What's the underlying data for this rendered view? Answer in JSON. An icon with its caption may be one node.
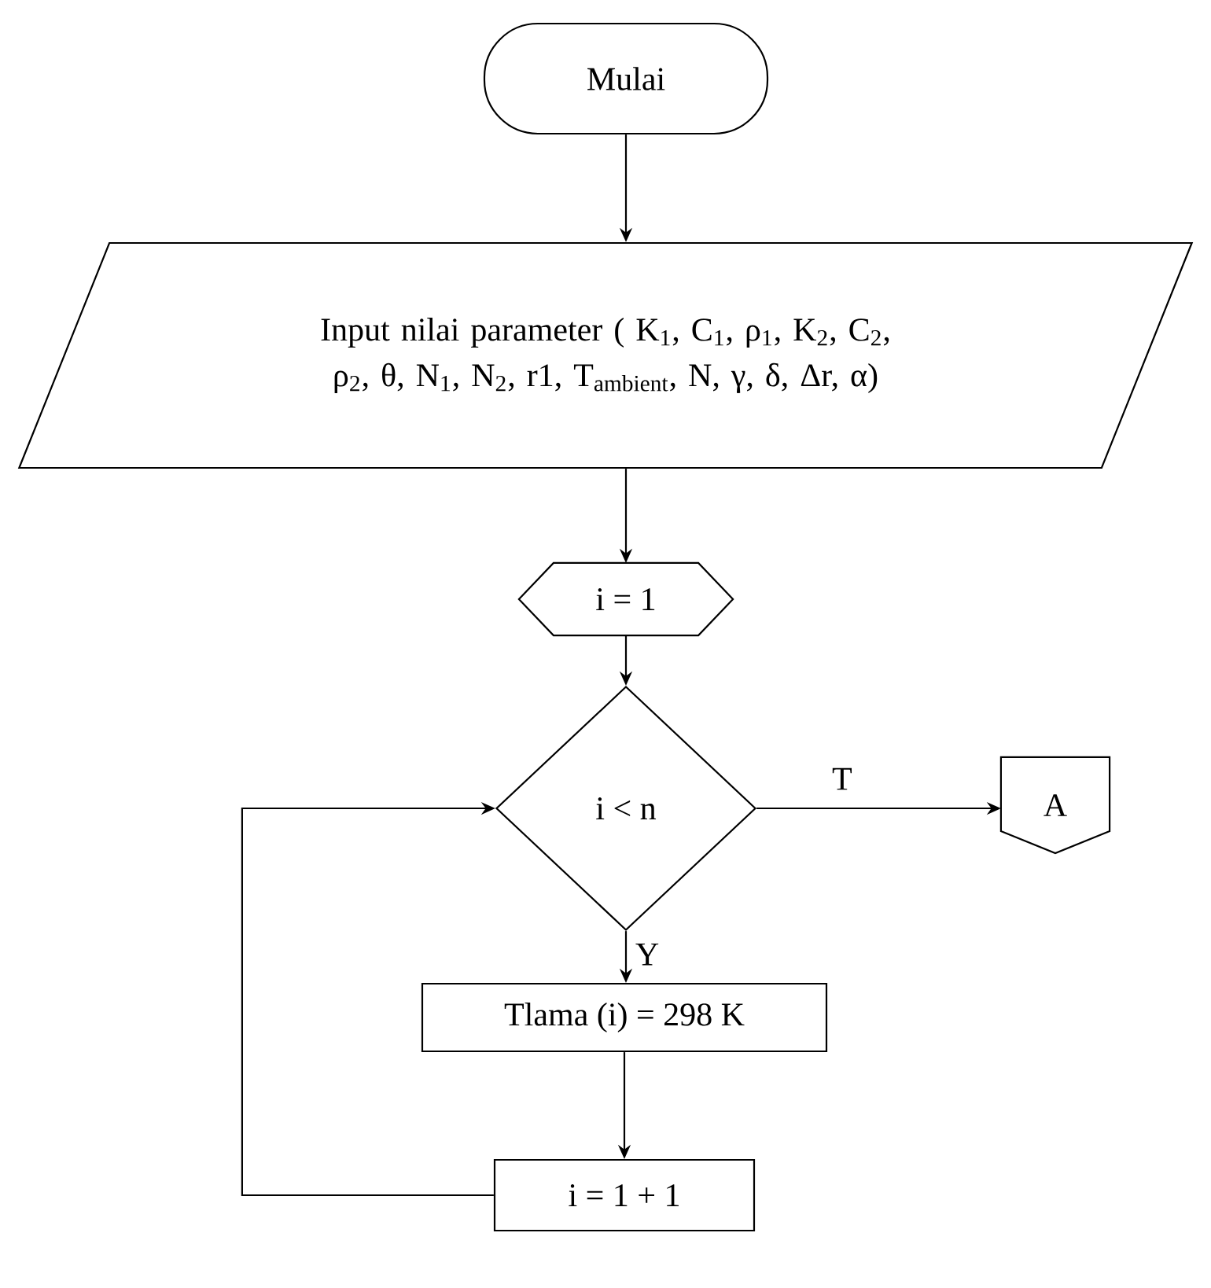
{
  "diagram": {
    "nodes": [
      {
        "text": [
          "Mulai"
        ]
      },
      {
        "text": [
          "Input nilai parameter ( K$_{1}$, C$_{1}$, ρ$_{1}$, K$_{2}$, C$_{2}$, ρ$_{2}$, θ, N$_{1}$, N$_{2}$, r1, T$_{ambient}$, N, γ, δ, Δr, α)"
        ]
      },
      {
        "text": [
          "i = 1"
        ]
      },
      {
        "text": [
          "i < n"
        ]
      },
      {
        "text": [
          "A"
        ]
      },
      {
        "text": [
          "Tlama (i) = 298 K"
        ]
      },
      {
        "text": [
          "i = 1 + 1"
        ]
      }
    ],
    "edges": [
      {
        "from": 0,
        "to": 1,
        "arrow": "to"
      },
      {
        "from": 1,
        "to": 2,
        "arrow": "to"
      },
      {
        "from": 2,
        "to": 3,
        "arrow": "to"
      },
      {
        "from": 3,
        "to": 4,
        "arrow": "to",
        "label": "T"
      },
      {
        "from": 3,
        "to": 5,
        "arrow": "to",
        "label": "Y"
      },
      {
        "from": 5,
        "to": 6,
        "arrow": "to"
      },
      {
        "from": 6,
        "to": 3,
        "arrow": "to"
      }
    ]
  }
}
